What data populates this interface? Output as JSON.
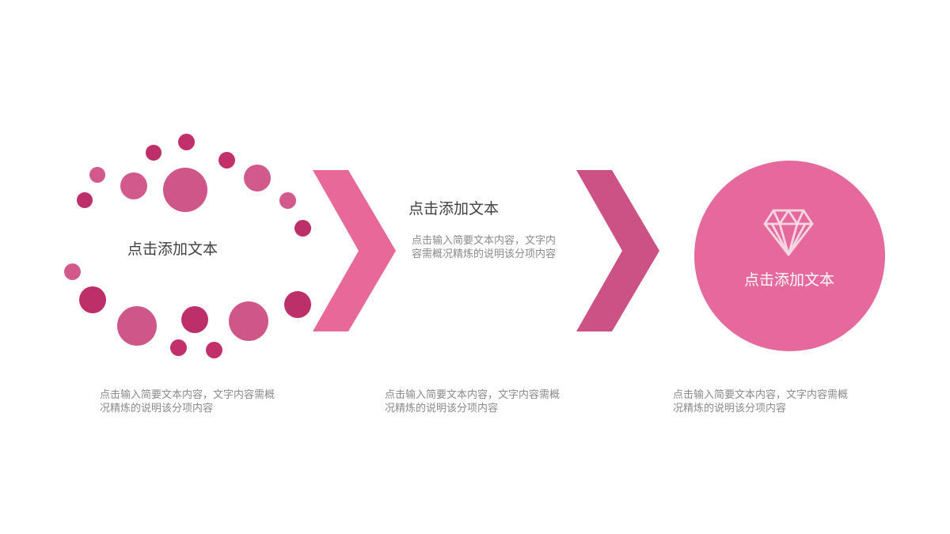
{
  "steps": [
    {
      "title": "点击添加文本",
      "description": "点击输入简要文本内容，文字内容需概况精炼的说明该分项内容"
    },
    {
      "title": "点击添加文本",
      "inline_description": "点击输入简要文本内容，文字内容需概况精炼的说明该分项内容",
      "description": "点击输入简要文本内容，文字内容需概况精炼的说明该分项内容"
    },
    {
      "title": "点击添加文本",
      "icon": "diamond-icon",
      "description": "点击输入简要文本内容，文字内容需概况精炼的说明该分项内容"
    }
  ],
  "colors": {
    "dark_pink": "#c1306a",
    "mid_pink": "#cf5689",
    "light_pink": "#e5699c",
    "arrow_1": "#e8689a",
    "arrow_2": "#cc5185",
    "text_dark": "#404040",
    "text_gray": "#8a8a8a"
  }
}
